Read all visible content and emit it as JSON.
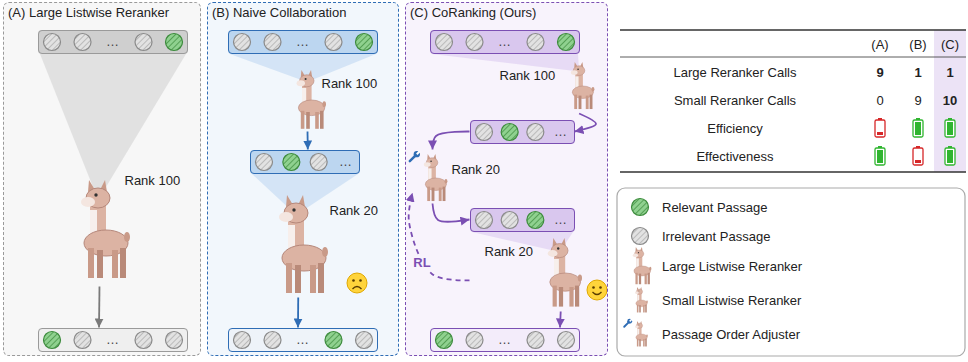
{
  "diagram": {
    "nodes": [
      {
        "text": [
          "(A) Large Listwise Reranker"
        ]
      },
      {
        "text": [
          "…"
        ],
        "in": 0
      },
      {
        "text": [
          "Rank 100"
        ],
        "in": 0
      },
      {
        "text": [
          "…"
        ],
        "in": 0
      },
      {
        "text": [
          "(B) Naive Collaboration"
        ]
      },
      {
        "text": [
          "…"
        ],
        "in": 4
      },
      {
        "text": [
          "Rank 100"
        ],
        "in": 4
      },
      {
        "text": [
          "…"
        ],
        "in": 4
      },
      {
        "text": [
          "Rank 20"
        ],
        "in": 4
      },
      {
        "text": [
          "…"
        ],
        "in": 4
      },
      {
        "text": [
          "(C) CoRanking (Ours)"
        ]
      },
      {
        "text": [
          "…"
        ],
        "in": 10
      },
      {
        "text": [
          "Rank 100"
        ],
        "in": 10
      },
      {
        "text": [
          "…"
        ],
        "in": 10
      },
      {
        "text": [
          "Rank 20"
        ],
        "in": 10
      },
      {
        "text": [
          "…"
        ],
        "in": 10
      },
      {
        "text": [
          "Rank 20"
        ],
        "in": 10
      },
      {
        "text": [
          "…"
        ],
        "in": 10
      }
    ],
    "edges": [
      {
        "from": 2,
        "to": 3,
        "arrow": "to"
      },
      {
        "from": 6,
        "to": 7,
        "arrow": "to"
      },
      {
        "from": 8,
        "to": 9,
        "arrow": "to"
      },
      {
        "from": 12,
        "to": 13,
        "arrow": "to"
      },
      {
        "from": 13,
        "to": 14,
        "arrow": "to"
      },
      {
        "from": 14,
        "to": 15,
        "arrow": "to"
      },
      {
        "from": 16,
        "to": 17,
        "arrow": "to"
      },
      {
        "from": 16,
        "to": 14,
        "label": "RL",
        "arrow": "to"
      }
    ],
    "labels": [
      "(A)",
      "(B)",
      "(C)",
      "Large Reranker Calls",
      "9",
      "1",
      "1",
      "Small Reranker Calls",
      "0",
      "9",
      "10",
      "Efficiency",
      "Effectiveness"
    ],
    "legend": [
      {
        "text": "Relevant Passage"
      },
      {
        "text": "Irrelevant Passage"
      },
      {
        "text": "Large Listwise Reranker"
      },
      {
        "text": "Small Listwise Reranker"
      },
      {
        "text": "Passage Order Adjuster"
      }
    ]
  }
}
